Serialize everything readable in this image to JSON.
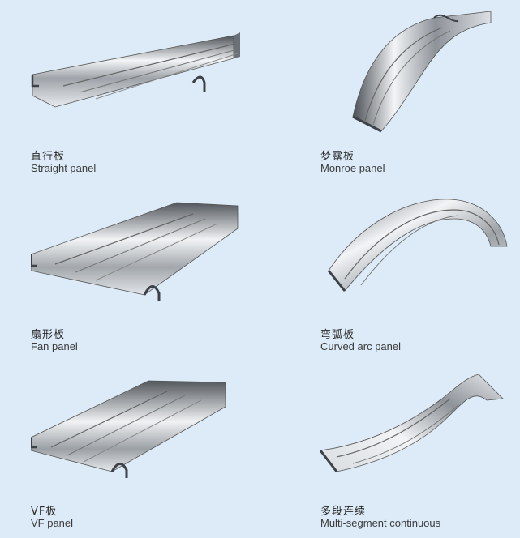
{
  "panels": [
    {
      "cn": "直行板",
      "en": "Straight panel"
    },
    {
      "cn": "梦露板",
      "en": "Monroe panel"
    },
    {
      "cn": "扇形板",
      "en": "Fan panel"
    },
    {
      "cn": "弯弧板",
      "en": "Curved arc panel"
    },
    {
      "cn": "VF板",
      "en": "VF panel"
    },
    {
      "cn": "多段连续",
      "en": "Multi-segment continuous"
    }
  ],
  "colors": {
    "background": "#dcebf7",
    "metal_light": "#f2f4f6",
    "metal_mid": "#a8adb2",
    "metal_dark": "#4a4f55"
  }
}
